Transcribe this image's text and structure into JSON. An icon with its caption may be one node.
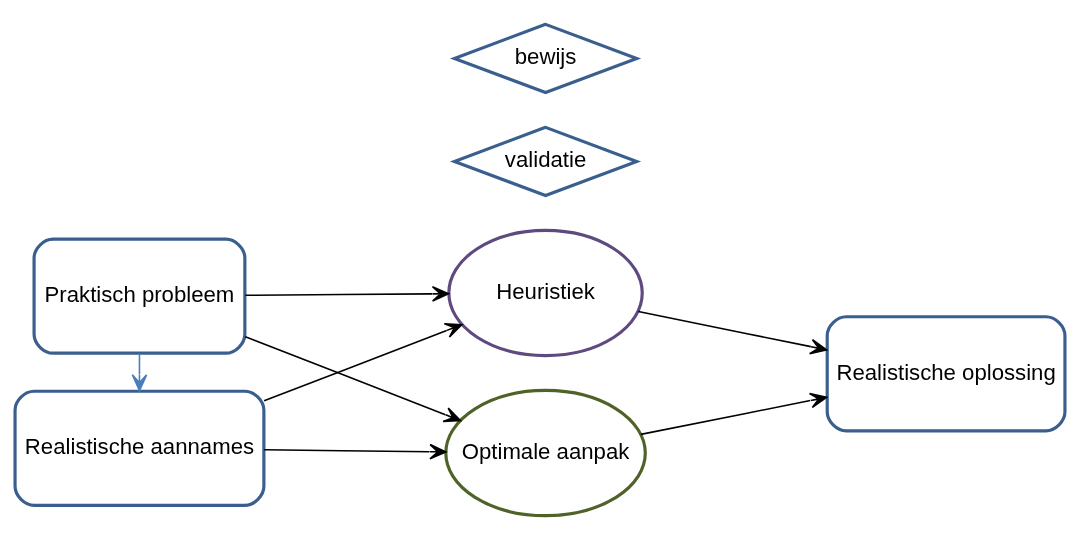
{
  "diagram": {
    "nodes": [
      {
        "text": [
          "Praktisch probleem"
        ]
      },
      {
        "text": [
          "Realistische aannames"
        ]
      },
      {
        "text": [
          "validatie"
        ]
      },
      {
        "text": [
          "Heuristiek"
        ]
      },
      {
        "text": [
          "Optimale aanpak"
        ]
      },
      {
        "text": [
          "bewijs"
        ]
      },
      {
        "text": [
          "Realistische oplossing"
        ]
      }
    ],
    "edges": [
      {
        "from": 0,
        "to": 1,
        "arrow": "to",
        "color": "#4a7ebb"
      },
      {
        "from": 0,
        "to": 3,
        "arrow": "to"
      },
      {
        "from": 0,
        "to": 4,
        "arrow": "to"
      },
      {
        "from": 1,
        "to": 3,
        "arrow": "to"
      },
      {
        "from": 1,
        "to": 4,
        "arrow": "to"
      },
      {
        "from": 3,
        "to": 6,
        "arrow": "to"
      },
      {
        "from": 4,
        "to": 6,
        "arrow": "to"
      }
    ]
  }
}
